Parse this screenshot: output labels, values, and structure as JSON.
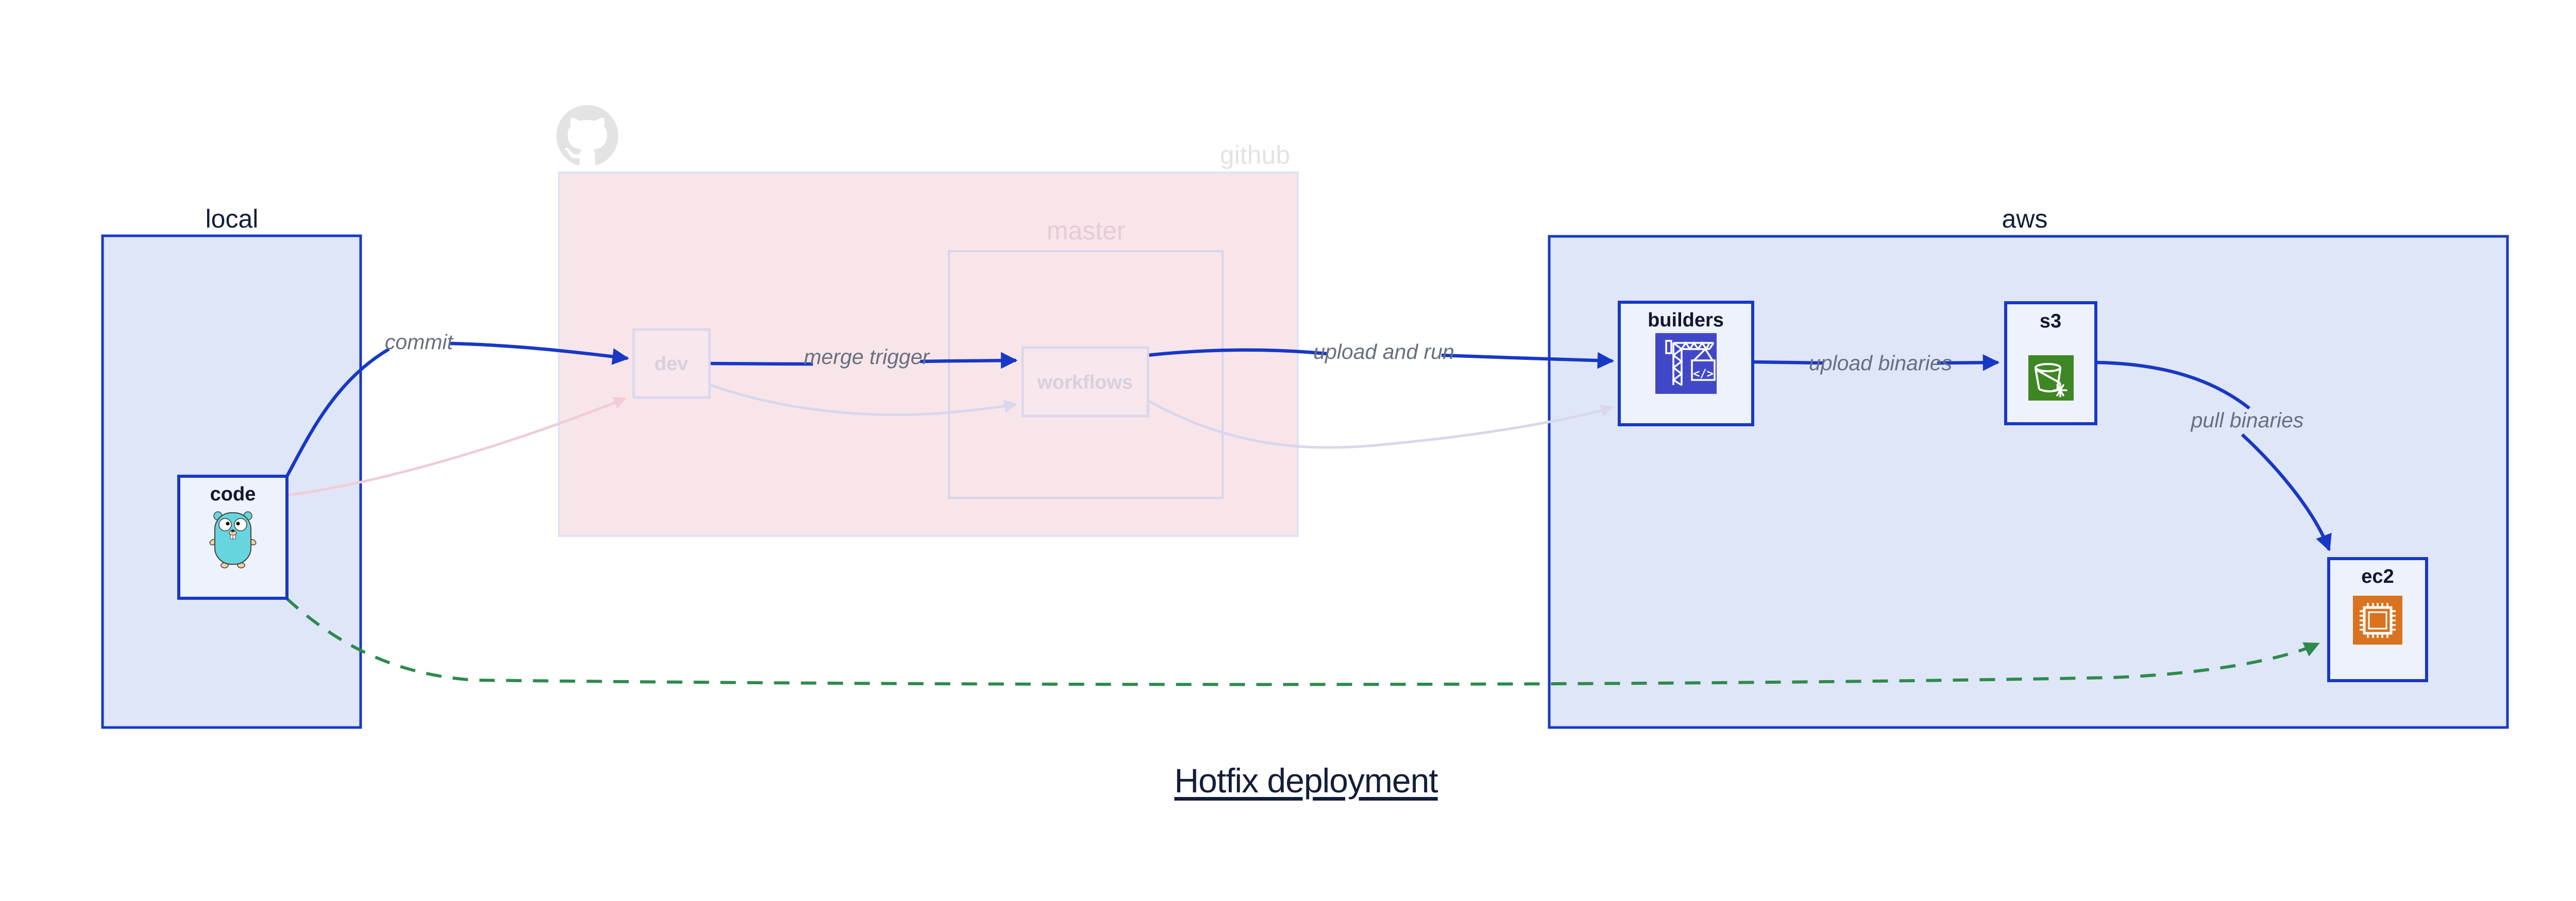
{
  "title": {
    "text": "Hotfix deployment"
  },
  "clusters": {
    "local": {
      "label": "local"
    },
    "github": {
      "label": "github"
    },
    "master": {
      "label": "master"
    },
    "aws": {
      "label": "aws"
    }
  },
  "nodes": {
    "code": {
      "label": "code",
      "icon": "go-gopher"
    },
    "dev": {
      "label": "dev"
    },
    "workflows": {
      "label": "workflows"
    },
    "builders": {
      "label": "builders",
      "icon": "aws-codebuild"
    },
    "s3": {
      "label": "s3",
      "icon": "aws-s3-glacier-bucket"
    },
    "ec2": {
      "label": "ec2",
      "icon": "aws-ec2-chip"
    }
  },
  "edges": {
    "commit": {
      "label": "commit",
      "from": "code",
      "to": "dev",
      "style": "solid",
      "color": "#1838c4"
    },
    "merge_trigger": {
      "label": "merge trigger",
      "from": "dev",
      "to": "workflows",
      "style": "solid",
      "color": "#1838c4"
    },
    "upload_and_run": {
      "label": "upload and run",
      "from": "workflows",
      "to": "builders",
      "style": "solid",
      "color": "#1838c4"
    },
    "upload_binaries": {
      "label": "upload binaries",
      "from": "builders",
      "to": "s3",
      "style": "solid",
      "color": "#1838c4"
    },
    "pull_binaries": {
      "label": "pull binaries",
      "from": "s3",
      "to": "ec2",
      "style": "solid",
      "color": "#1838c4"
    },
    "hotfix_path": {
      "label": "",
      "from": "code",
      "to": "ec2",
      "style": "dashed",
      "color": "#2e8a4d"
    },
    "faded_code_to_dev": {
      "label": "",
      "from": "code",
      "to": "dev",
      "style": "faded",
      "color": "#f0cdd8"
    },
    "faded_dev_to_workflows": {
      "label": "",
      "from": "dev",
      "to": "workflows",
      "style": "faded",
      "color": "#d9d7ec"
    },
    "faded_workflows_to_builders": {
      "label": "",
      "from": "workflows",
      "to": "builders",
      "style": "faded",
      "color": "#d9d7ec"
    }
  },
  "colors": {
    "edge_blue": "#1838c4",
    "cluster_blue_fill": "#dfe6f8",
    "node_fill": "#eef2fc",
    "github_pink_fill": "#f8e5ea",
    "faded_node_fill": "#f8e7ec",
    "faded_border_lavender": "#d8d5ea",
    "faded_pink_edge": "#f0cdd8",
    "faded_lavender_edge": "#d9d7ec",
    "hotfix_green": "#2e8a4d",
    "github_logo_gray": "#e3e3e3",
    "codebuild_indigo": "#4148c8",
    "s3_glacier_green": "#3f8624",
    "ec2_orange": "#d9731f",
    "gopher_teal": "#67d5e0",
    "edge_label_gray": "#68707f",
    "dark_text": "#141d38"
  }
}
